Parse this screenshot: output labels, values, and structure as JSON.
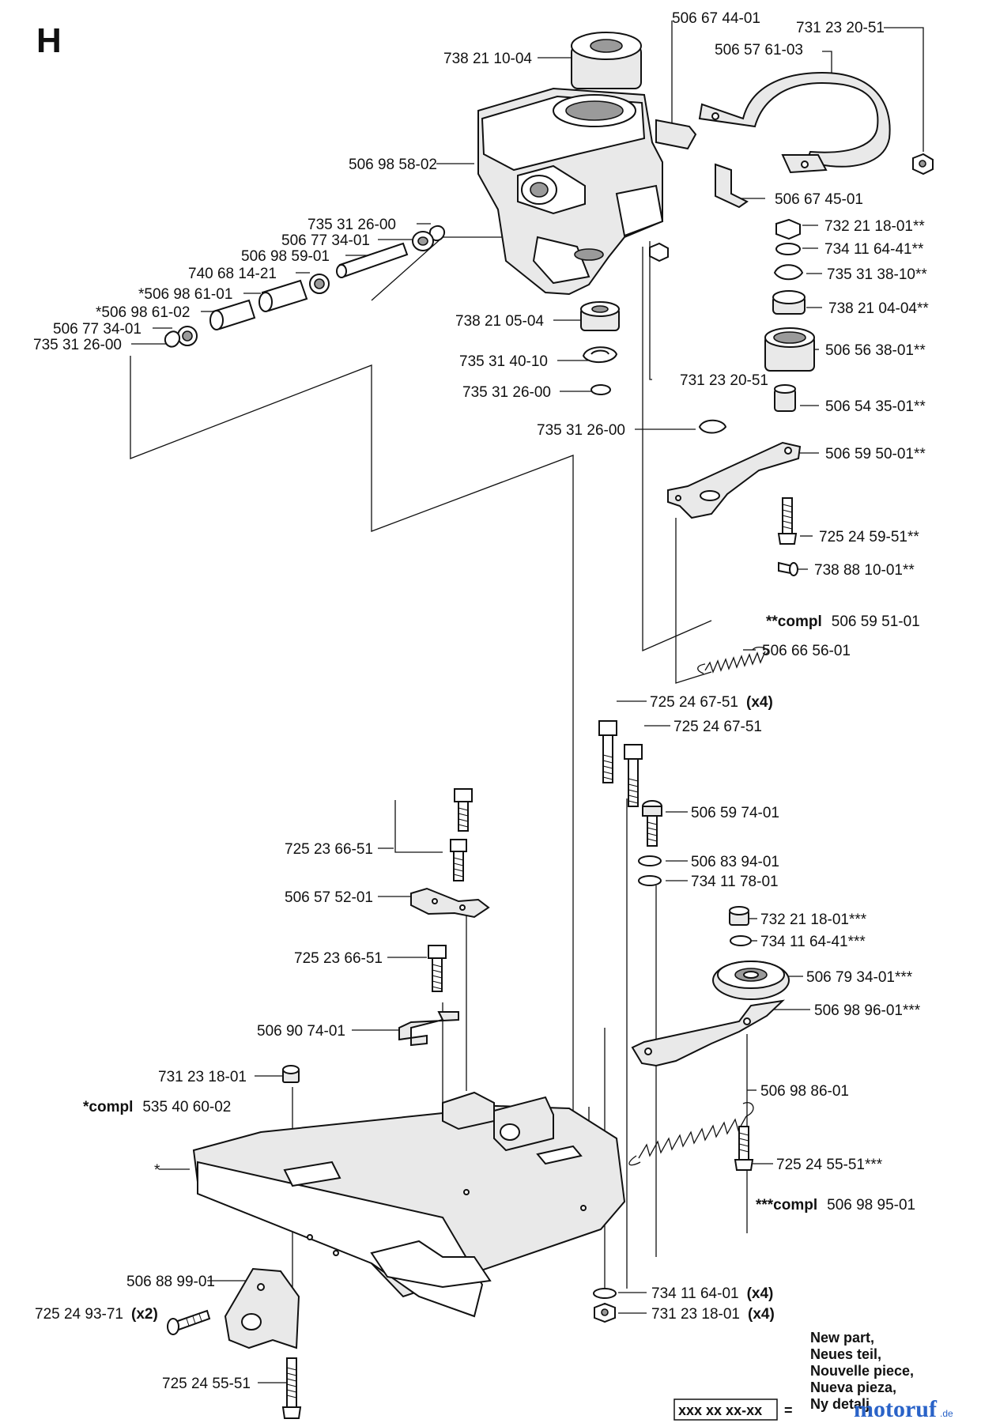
{
  "sheet": {
    "letter": "H"
  },
  "callouts": [
    {
      "id": "c01",
      "text": "738 21 10-04"
    },
    {
      "id": "c02",
      "text": "506 67 44-01"
    },
    {
      "id": "c03",
      "text": "731 23 20-51"
    },
    {
      "id": "c04",
      "text": "506 57 61-03"
    },
    {
      "id": "c05",
      "text": "506 98 58-02"
    },
    {
      "id": "c06",
      "text": "506 67 45-01"
    },
    {
      "id": "c07",
      "text": "735 31 26-00"
    },
    {
      "id": "c08",
      "text": "506 77 34-01"
    },
    {
      "id": "c09",
      "text": "506 98 59-01"
    },
    {
      "id": "c10",
      "text": "740 68 14-21"
    },
    {
      "id": "c11",
      "text": "*506 98 61-01"
    },
    {
      "id": "c12",
      "text": "*506 98 61-02"
    },
    {
      "id": "c13",
      "text": "506 77 34-01"
    },
    {
      "id": "c14",
      "text": "735 31 26-00"
    },
    {
      "id": "c15",
      "text": "732 21 18-01**"
    },
    {
      "id": "c16",
      "text": "734 11 64-41**"
    },
    {
      "id": "c17",
      "text": "735 31 38-10**"
    },
    {
      "id": "c18",
      "text": "738 21 04-04**"
    },
    {
      "id": "c19",
      "text": "738 21 05-04"
    },
    {
      "id": "c20",
      "text": "506 56 38-01**"
    },
    {
      "id": "c21",
      "text": "735 31 40-10"
    },
    {
      "id": "c22",
      "text": "731 23 20-51"
    },
    {
      "id": "c23",
      "text": "735 31 26-00"
    },
    {
      "id": "c24",
      "text": "506 54 35-01**"
    },
    {
      "id": "c25",
      "text": "735 31 26-00"
    },
    {
      "id": "c26",
      "text": "506 59 50-01**"
    },
    {
      "id": "c27",
      "text": "725 24 59-51**"
    },
    {
      "id": "c28",
      "text": "738 88 10-01**"
    },
    {
      "id": "c30",
      "text": "506 66 56-01"
    },
    {
      "id": "c31",
      "text": "725 24 67-51"
    },
    {
      "id": "c32",
      "text": "725 24 67-51"
    },
    {
      "id": "c33",
      "text": "506 59 74-01"
    },
    {
      "id": "c34",
      "text": "725 23 66-51"
    },
    {
      "id": "c35",
      "text": "506 83 94-01"
    },
    {
      "id": "c36",
      "text": "734 11 78-01"
    },
    {
      "id": "c37",
      "text": "506 57 52-01"
    },
    {
      "id": "c38",
      "text": "732 21 18-01***"
    },
    {
      "id": "c39",
      "text": "734 11 64-41***"
    },
    {
      "id": "c40",
      "text": "725 23 66-51"
    },
    {
      "id": "c41",
      "text": "506 79 34-01***"
    },
    {
      "id": "c42",
      "text": "506 98 96-01***"
    },
    {
      "id": "c43",
      "text": "506 90 74-01"
    },
    {
      "id": "c44",
      "text": "731 23 18-01"
    },
    {
      "id": "c46",
      "text": "506 98 86-01"
    },
    {
      "id": "c47",
      "text": "*"
    },
    {
      "id": "c48",
      "text": "725 24 55-51***"
    },
    {
      "id": "c50",
      "text": "506 88 99-01"
    },
    {
      "id": "c51",
      "text": "734 11 64-01"
    },
    {
      "id": "c52",
      "text": "725 24 93-71"
    },
    {
      "id": "c53",
      "text": "731 23 18-01"
    },
    {
      "id": "c54",
      "text": "725 24 55-51"
    }
  ],
  "qty_marks": {
    "c31": "(x4)",
    "c51": "(x4)",
    "c52": "(x2)",
    "c53": "(x4)"
  },
  "kit_notes": [
    {
      "id": "k1",
      "bold": "**compl",
      "number": "506 59 51-01"
    },
    {
      "id": "k2",
      "bold": "*compl",
      "number": "535 40 60-02"
    },
    {
      "id": "k3",
      "bold": "***compl",
      "number": "506 98 95-01"
    }
  ],
  "legend": {
    "code": "xxx xx xx-xx",
    "equals": "=",
    "lines": [
      "New part,",
      "Neues teil,",
      "Nouvelle piece,",
      "Nueva pieza,",
      "Ny detalj"
    ]
  },
  "watermark": {
    "brand": "motoruf",
    "suffix": ".de"
  }
}
